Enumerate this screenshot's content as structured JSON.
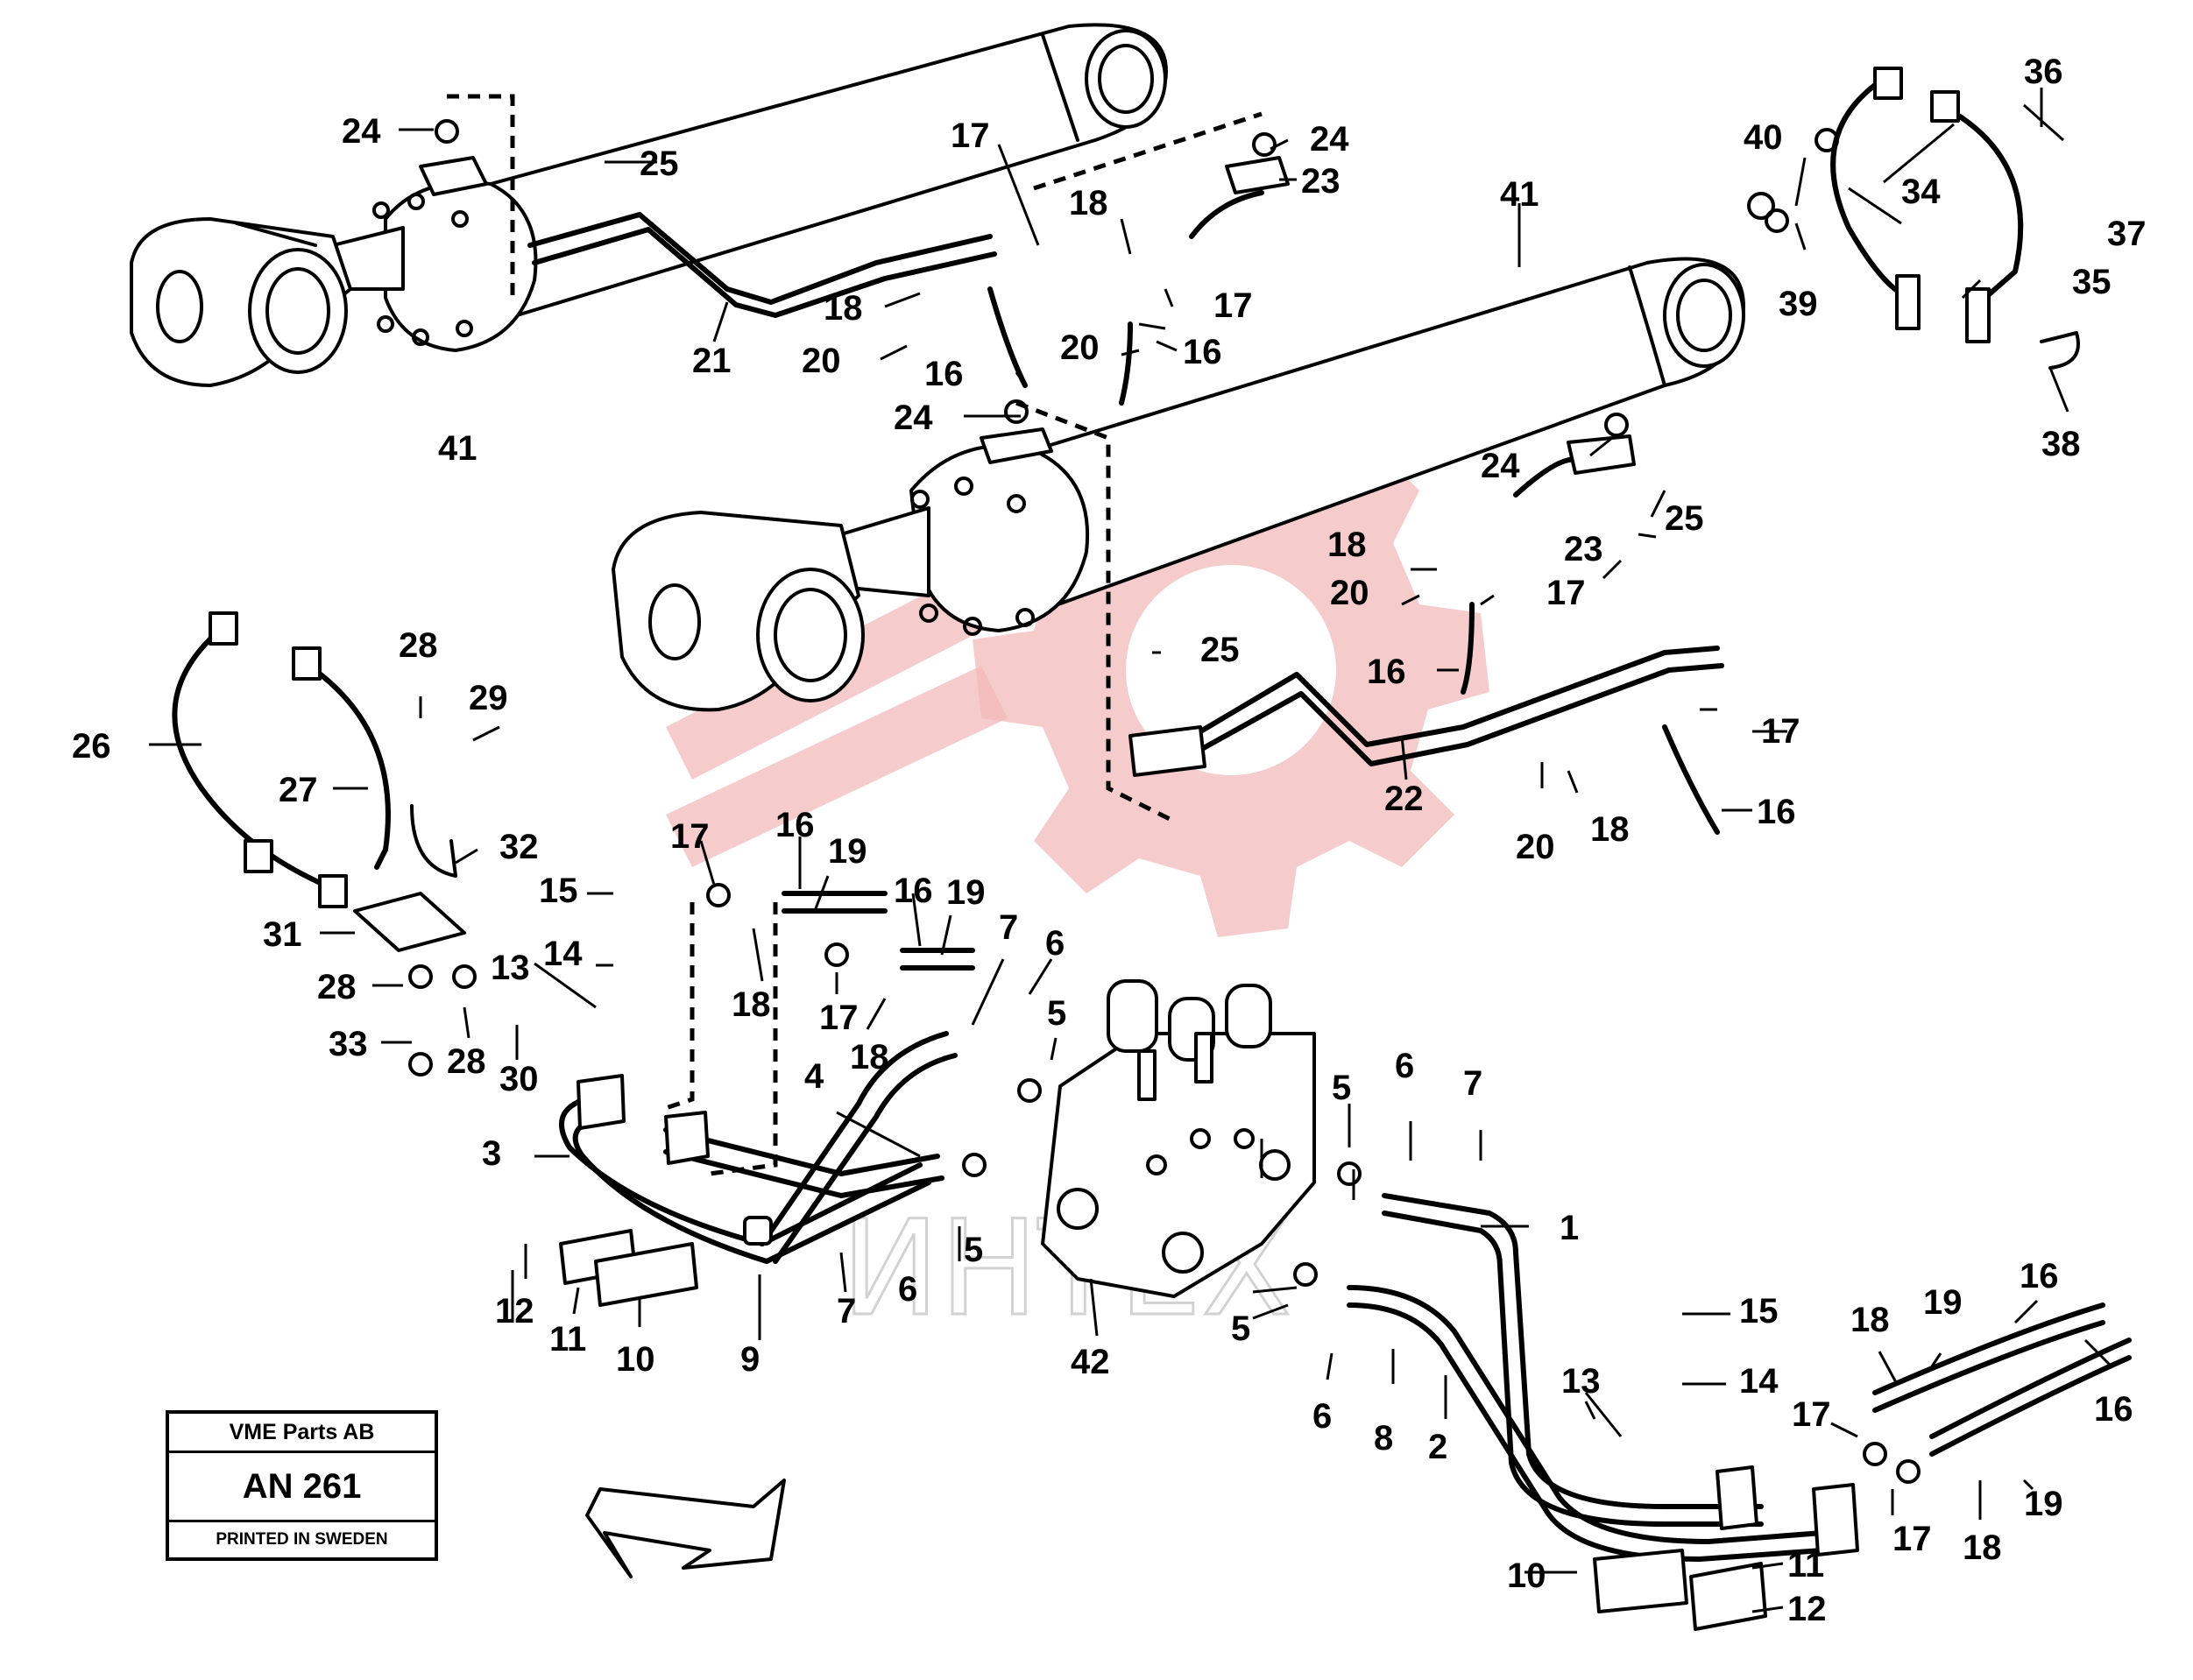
{
  "title_block": {
    "company": "VME Parts AB",
    "code": "AN 261",
    "printed": "PRINTED IN SWEDEN"
  },
  "watermark": {
    "text": "ИНТЕХ",
    "color": "#f3b9b9"
  },
  "callouts": {
    "c1": "1",
    "c2": "2",
    "c3": "3",
    "c4": "4",
    "c5a": "5",
    "c5b": "5",
    "c5c": "5",
    "c5d": "5",
    "c6a": "6",
    "c6b": "6",
    "c6c": "6",
    "c6d": "6",
    "c7a": "7",
    "c7b": "7",
    "c7c": "7",
    "c8": "8",
    "c9": "9",
    "c10a": "10",
    "c10b": "10",
    "c11a": "11",
    "c11b": "11",
    "c12a": "12",
    "c12b": "12",
    "c13a": "13",
    "c13b": "13",
    "c14a": "14",
    "c14b": "14",
    "c15a": "15",
    "c15b": "15",
    "c16a": "16",
    "c16b": "16",
    "c16c": "16",
    "c16d": "16",
    "c16e": "16",
    "c16f": "16",
    "c16g": "16",
    "c16h": "16",
    "c17a": "17",
    "c17b": "17",
    "c17c": "17",
    "c17d": "17",
    "c17e": "17",
    "c17f": "17",
    "c17g": "17",
    "c17h": "17",
    "c18a": "18",
    "c18b": "18",
    "c18c": "18",
    "c18d": "18",
    "c18e": "18",
    "c18f": "18",
    "c18g": "18",
    "c18h": "18",
    "c19a": "19",
    "c19b": "19",
    "c19c": "19",
    "c19d": "19",
    "c20a": "20",
    "c20b": "20",
    "c20c": "20",
    "c20d": "20",
    "c21": "21",
    "c22": "22",
    "c23a": "23",
    "c23b": "23",
    "c24a": "24",
    "c24b": "24",
    "c24c": "24",
    "c24d": "24",
    "c25a": "25",
    "c25b": "25",
    "c25c": "25",
    "c26": "26",
    "c27": "27",
    "c28a": "28",
    "c28b": "28",
    "c28c": "28",
    "c29": "29",
    "c30": "30",
    "c31": "31",
    "c32": "32",
    "c33": "33",
    "c34": "34",
    "c35": "35",
    "c36": "36",
    "c37": "37",
    "c38": "38",
    "c39": "39",
    "c40": "40",
    "c41a": "41",
    "c41b": "41",
    "c42": "42"
  }
}
